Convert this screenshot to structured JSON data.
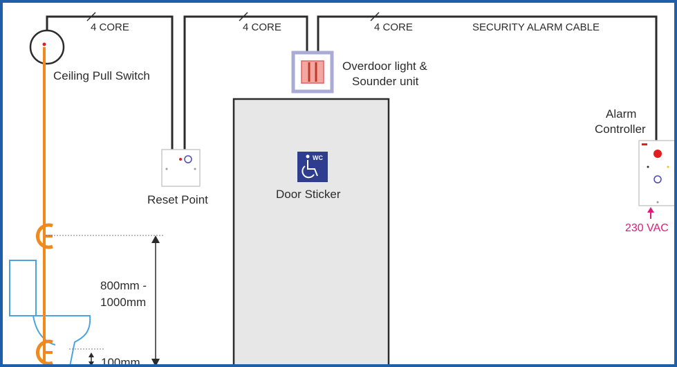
{
  "cables": {
    "core_1": "4 CORE",
    "core_2": "4 CORE",
    "core_3": "4 CORE",
    "security_cable": "SECURITY ALARM CABLE"
  },
  "components": {
    "ceiling_pull_switch": "Ceiling Pull Switch",
    "overdoor_line1": "Overdoor light &",
    "overdoor_line2": "Sounder unit",
    "reset_point": "Reset Point",
    "door_sticker": "Door Sticker",
    "sticker_text": "WC",
    "alarm_line1": "Alarm",
    "alarm_line2": "Controller",
    "power": "230 VAC"
  },
  "dimensions": {
    "height_line1": "800mm -",
    "height_line2": "1000mm",
    "floor_gap": "100mm"
  },
  "colors": {
    "frame": "#1f5ea8",
    "cable": "#2b2b2b",
    "pull_cord": "#f08a1e",
    "power": "#e0197d",
    "sticker": "#2e3d8f",
    "door": "#e7e7e7",
    "toilet": "#4aa3df",
    "alarm_button": "#e02020"
  },
  "icons": {
    "wheelchair": "wheelchair-icon",
    "cable_marker": "cable-slash-marker",
    "arrow": "arrow-up-icon"
  }
}
